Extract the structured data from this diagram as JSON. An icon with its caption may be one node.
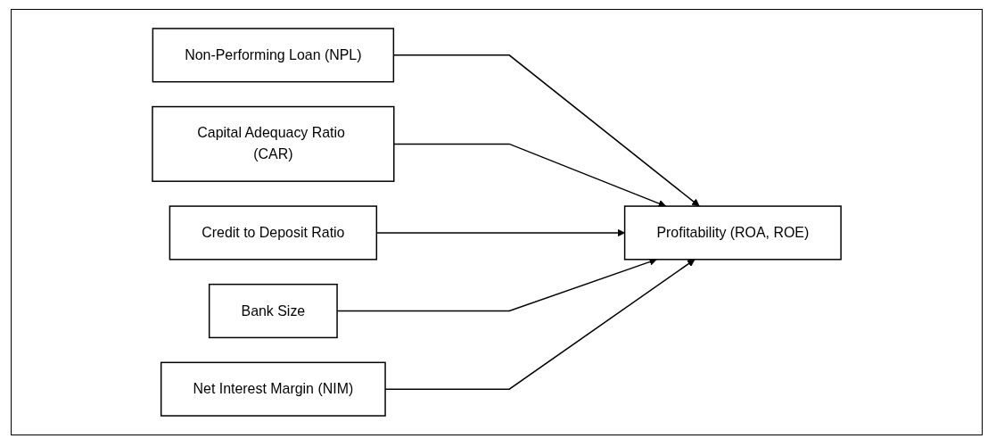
{
  "diagram": {
    "nodes": [
      {
        "text": [
          "Non-Performing Loan (NPL)"
        ]
      },
      {
        "text": [
          "Capital Adequacy Ratio (CAR)"
        ]
      },
      {
        "text": [
          "Credit to Deposit Ratio"
        ]
      },
      {
        "text": [
          "Bank Size"
        ]
      },
      {
        "text": [
          "Net Interest Margin (NIM)"
        ]
      },
      {
        "text": [
          "Profitability (ROA, ROE)"
        ]
      }
    ],
    "edges": [
      {
        "from": 0,
        "to": 5,
        "arrow": "to"
      },
      {
        "from": 1,
        "to": 5,
        "arrow": "to"
      },
      {
        "from": 2,
        "to": 5,
        "arrow": "to"
      },
      {
        "from": 3,
        "to": 5,
        "arrow": "to"
      },
      {
        "from": 4,
        "to": 5,
        "arrow": "to"
      }
    ]
  }
}
